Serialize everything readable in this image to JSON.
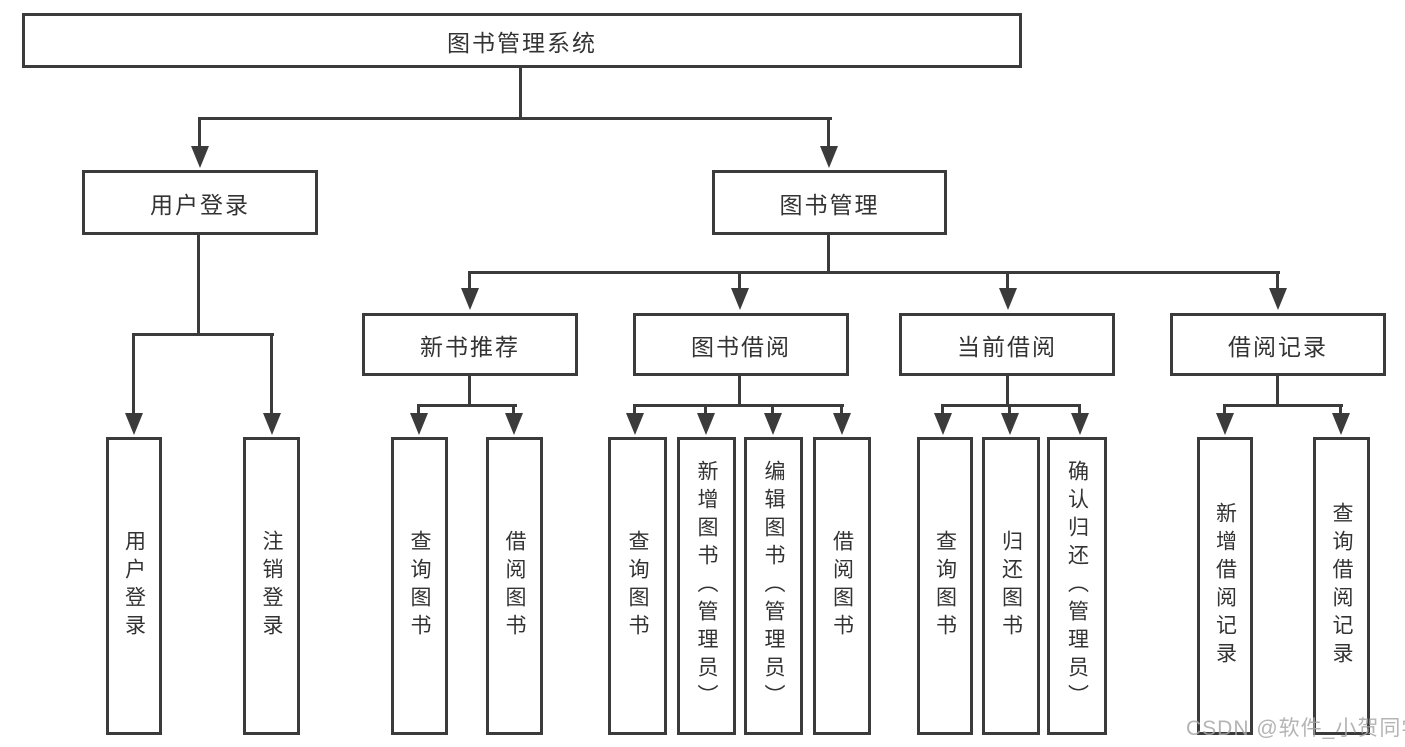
{
  "diagram": {
    "root": {
      "label": "图书管理系统"
    },
    "branches": [
      {
        "label": "用户登录",
        "children": [
          {
            "label": "用户登录"
          },
          {
            "label": "注销登录"
          }
        ]
      },
      {
        "label": "图书管理",
        "children": [
          {
            "label": "新书推荐",
            "children": [
              {
                "label": "查询图书"
              },
              {
                "label": "借阅图书"
              }
            ]
          },
          {
            "label": "图书借阅",
            "children": [
              {
                "label": "查询图书"
              },
              {
                "label": "新增图书（管理员）"
              },
              {
                "label": "编辑图书（管理员）"
              },
              {
                "label": "借阅图书"
              }
            ]
          },
          {
            "label": "当前借阅",
            "children": [
              {
                "label": "查询图书"
              },
              {
                "label": "归还图书"
              },
              {
                "label": "确认归还（管理员）"
              }
            ]
          },
          {
            "label": "借阅记录",
            "children": [
              {
                "label": "新增借阅记录"
              },
              {
                "label": "查询借阅记录"
              }
            ]
          }
        ]
      }
    ]
  },
  "watermark": {
    "text": "CSDN @软件_小贺同学"
  },
  "colors": {
    "line": "#3b3b3b",
    "text": "#333333",
    "watermark": "#a8a8a8",
    "background": "#ffffff"
  }
}
